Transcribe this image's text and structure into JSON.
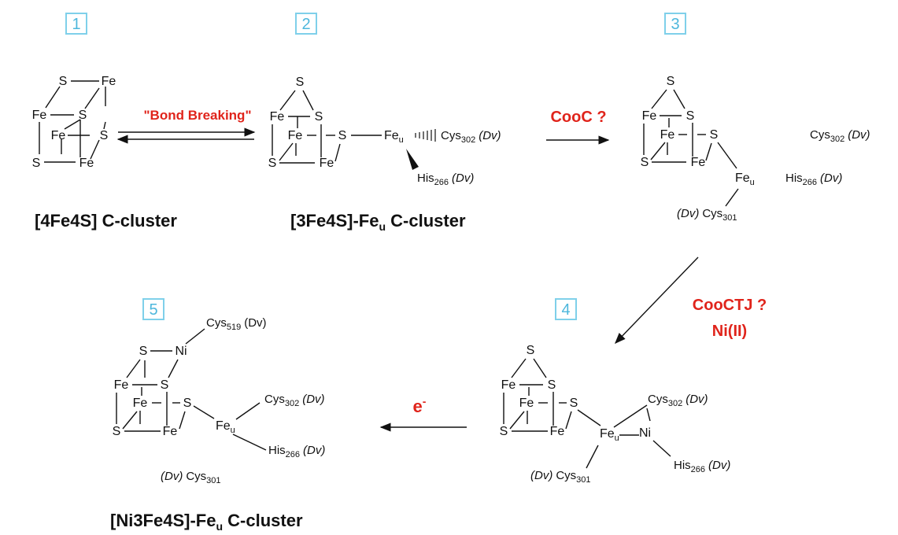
{
  "steps": [
    "1",
    "2",
    "3",
    "4",
    "5"
  ],
  "atoms": {
    "S": "S",
    "Fe": "Fe",
    "Ni": "Ni",
    "Fe_u_main": "Fe",
    "Fe_u_sub": "u"
  },
  "ligands": {
    "cys302": {
      "main": "Cys",
      "sub": "302",
      "dv": "(Dv)"
    },
    "his266": {
      "main": "His",
      "sub": "266",
      "dv": "(Dv)"
    },
    "cys301": {
      "main": "Cys",
      "sub": "301",
      "dv": "(Dv)"
    },
    "cys519": {
      "main": "Cys",
      "sub": "519",
      "dv": "(Dv)"
    }
  },
  "captions": {
    "c1": "[4Fe4S] C-cluster",
    "c2_main": "[3Fe4S]-Fe",
    "c2_sub": "u",
    "c2_tail": " C-cluster",
    "c5_main": "[Ni3Fe4S]-Fe",
    "c5_sub": "u",
    "c5_tail": " C-cluster"
  },
  "arrow_labels": {
    "bond_breaking": "\"Bond Breaking\"",
    "cooc": "CooC ?",
    "cooctj": "CooCTJ ?",
    "ni": "Ni(II)",
    "electron": "e",
    "electron_sup": "-"
  },
  "colors": {
    "accent_red": "#e0241b",
    "box_blue": "#7fd0ea",
    "number_blue": "#4db7dc"
  }
}
